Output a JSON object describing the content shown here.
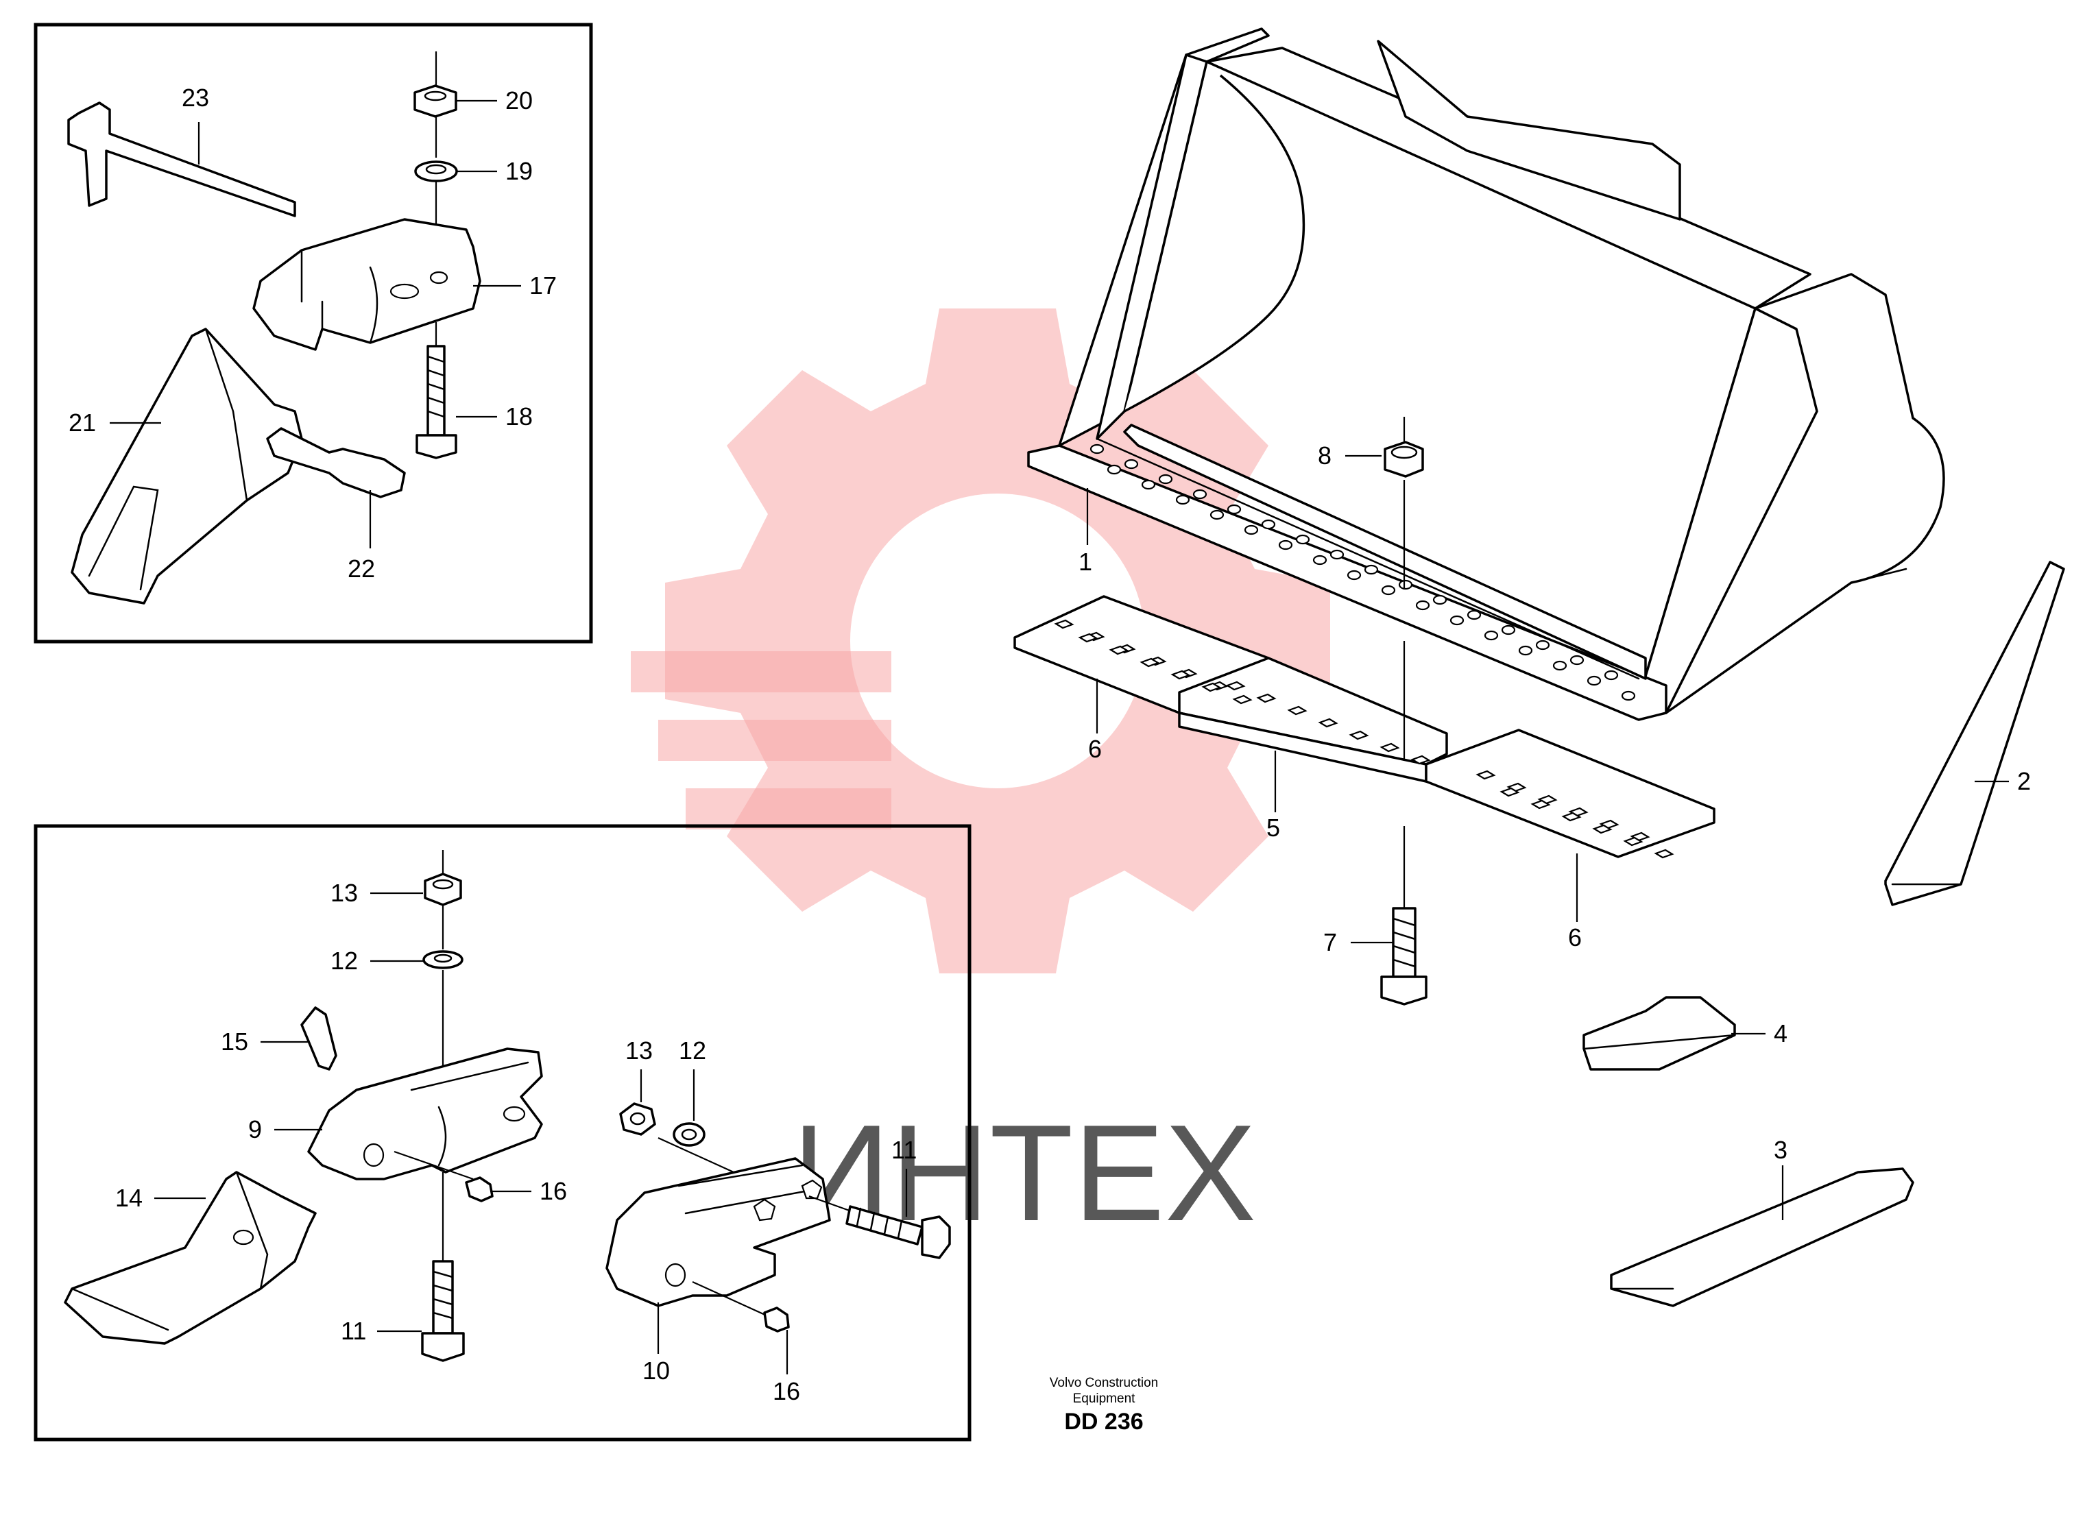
{
  "document": {
    "publisher_line1": "Volvo Construction",
    "publisher_line2": "Equipment",
    "drawing_code": "DD 236"
  },
  "watermark": {
    "text": "ИНТЕХ",
    "gear_color": "#f7a8a8"
  },
  "callouts": {
    "c1": "1",
    "c2": "2",
    "c3": "3",
    "c4": "4",
    "c5": "5",
    "c6a": "6",
    "c6b": "6",
    "c7": "7",
    "c8": "8",
    "c9": "9",
    "c10": "10",
    "c11a": "11",
    "c11b": "11",
    "c12a": "12",
    "c12b": "12",
    "c13a": "13",
    "c13b": "13",
    "c14": "14",
    "c15": "15",
    "c16a": "16",
    "c16b": "16",
    "c17": "17",
    "c18": "18",
    "c19": "19",
    "c20": "20",
    "c21": "21",
    "c22": "22",
    "c23": "23"
  }
}
